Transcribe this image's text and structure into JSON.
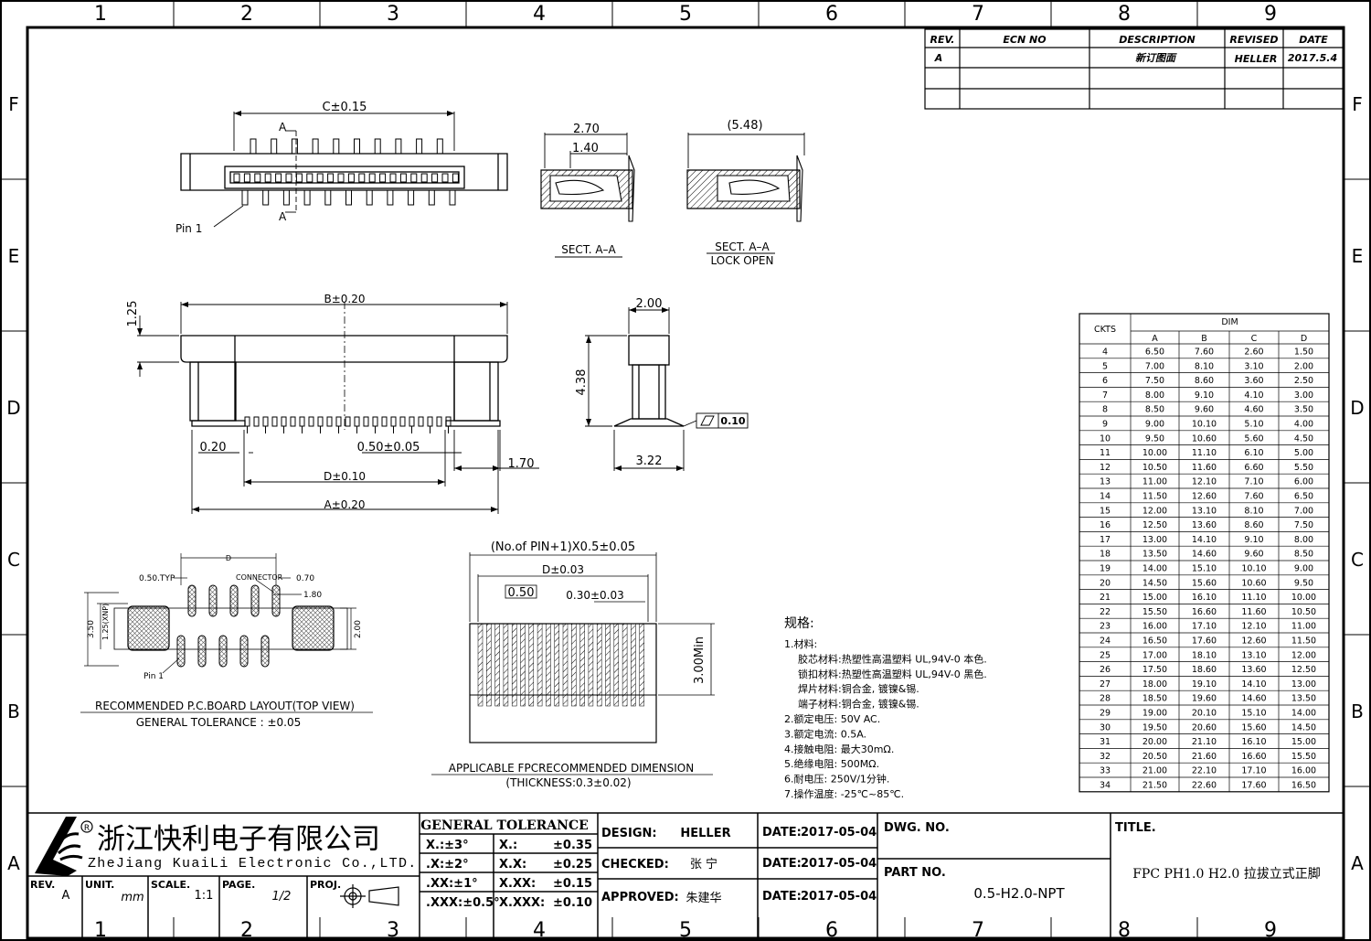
{
  "border": {
    "cols": [
      "1",
      "2",
      "3",
      "4",
      "5",
      "6",
      "7",
      "8",
      "9"
    ],
    "rows": [
      "F",
      "E",
      "D",
      "C",
      "B",
      "A"
    ]
  },
  "revision_block": {
    "headers": [
      "REV.",
      "ECN NO",
      "DESCRIPTION",
      "REVISED",
      "DATE"
    ],
    "rows": [
      [
        "A",
        "",
        "新订图面",
        "HELLER",
        "2017.5.4"
      ],
      [
        "",
        "",
        "",
        "",
        ""
      ],
      [
        "",
        "",
        "",
        "",
        ""
      ]
    ]
  },
  "views": {
    "top": {
      "c_dim": "C±0.15",
      "section_mark": "A",
      "pin1": "Pin 1"
    },
    "sect_aa": {
      "dim1": "2.70",
      "dim2": "1.40",
      "caption": "SECT. A–A"
    },
    "sect_open": {
      "dim": "(5.48)",
      "caption1": "SECT. A–A",
      "caption2": "LOCK OPEN"
    },
    "front": {
      "height": "1.25",
      "b_dim": "B±0.20",
      "left": "0.20",
      "pitch": "0.50±0.05",
      "right": "1.70",
      "d_dim": "D±0.10",
      "a_dim": "A±0.20"
    },
    "side": {
      "width": "2.00",
      "height": "4.38",
      "depth": "3.22",
      "flatness": "0.10"
    },
    "pcb": {
      "d": "D",
      "typ": "0.50.TYP",
      "connector": "CONNECTOR",
      "d070": "0.70",
      "d180": "1.80",
      "d350": "3.50",
      "d125": "1.25(XNP)",
      "d200": "2.00",
      "pin1": "Pin 1",
      "caption": "RECOMMENDED P.C.BOARD LAYOUT(TOP VIEW)",
      "tolerance": "GENERAL TOLERANCE : ±0.05"
    },
    "fpc": {
      "total": "(No.of PIN+1)X0.5±0.05",
      "d": "D±0.03",
      "pitch": "0.50",
      "width": "0.30±0.03",
      "min": "3.00Min",
      "caption": "APPLICABLE FPCRECOMMENDED DIMENSION",
      "thickness": "(THICKNESS:0.3±0.02)"
    }
  },
  "specs": {
    "title": "规格:",
    "lines": [
      "1.材料:",
      "胶芯材料:热塑性高温塑料 UL,94V-0 本色.",
      "锁扣材料:热塑性高温塑料 UL,94V-0 黑色.",
      "焊片材料:铜合金, 镀镍&锡.",
      "端子材料:铜合金, 镀镍&锡.",
      "2.额定电压: 50V AC.",
      "3.额定电流: 0.5A.",
      "4.接触电阻: 最大30mΩ.",
      "5.绝缘电阻: 500MΩ.",
      "6.耐电压: 250V/1分钟.",
      "7.操作温度: -25℃~85℃."
    ]
  },
  "dim_table": {
    "ckts_label": "CKTS",
    "dim_label": "DIM",
    "cols": [
      "A",
      "B",
      "C",
      "D"
    ],
    "rows": [
      [
        "4",
        "6.50",
        "7.60",
        "2.60",
        "1.50"
      ],
      [
        "5",
        "7.00",
        "8.10",
        "3.10",
        "2.00"
      ],
      [
        "6",
        "7.50",
        "8.60",
        "3.60",
        "2.50"
      ],
      [
        "7",
        "8.00",
        "9.10",
        "4.10",
        "3.00"
      ],
      [
        "8",
        "8.50",
        "9.60",
        "4.60",
        "3.50"
      ],
      [
        "9",
        "9.00",
        "10.10",
        "5.10",
        "4.00"
      ],
      [
        "10",
        "9.50",
        "10.60",
        "5.60",
        "4.50"
      ],
      [
        "11",
        "10.00",
        "11.10",
        "6.10",
        "5.00"
      ],
      [
        "12",
        "10.50",
        "11.60",
        "6.60",
        "5.50"
      ],
      [
        "13",
        "11.00",
        "12.10",
        "7.10",
        "6.00"
      ],
      [
        "14",
        "11.50",
        "12.60",
        "7.60",
        "6.50"
      ],
      [
        "15",
        "12.00",
        "13.10",
        "8.10",
        "7.00"
      ],
      [
        "16",
        "12.50",
        "13.60",
        "8.60",
        "7.50"
      ],
      [
        "17",
        "13.00",
        "14.10",
        "9.10",
        "8.00"
      ],
      [
        "18",
        "13.50",
        "14.60",
        "9.60",
        "8.50"
      ],
      [
        "19",
        "14.00",
        "15.10",
        "10.10",
        "9.00"
      ],
      [
        "20",
        "14.50",
        "15.60",
        "10.60",
        "9.50"
      ],
      [
        "21",
        "15.00",
        "16.10",
        "11.10",
        "10.00"
      ],
      [
        "22",
        "15.50",
        "16.60",
        "11.60",
        "10.50"
      ],
      [
        "23",
        "16.00",
        "17.10",
        "12.10",
        "11.00"
      ],
      [
        "24",
        "16.50",
        "17.60",
        "12.60",
        "11.50"
      ],
      [
        "25",
        "17.00",
        "18.10",
        "13.10",
        "12.00"
      ],
      [
        "26",
        "17.50",
        "18.60",
        "13.60",
        "12.50"
      ],
      [
        "27",
        "18.00",
        "19.10",
        "14.10",
        "13.00"
      ],
      [
        "28",
        "18.50",
        "19.60",
        "14.60",
        "13.50"
      ],
      [
        "29",
        "19.00",
        "20.10",
        "15.10",
        "14.00"
      ],
      [
        "30",
        "19.50",
        "20.60",
        "15.60",
        "14.50"
      ],
      [
        "31",
        "20.00",
        "21.10",
        "16.10",
        "15.00"
      ],
      [
        "32",
        "20.50",
        "21.60",
        "16.60",
        "15.50"
      ],
      [
        "33",
        "21.00",
        "22.10",
        "17.10",
        "16.00"
      ],
      [
        "34",
        "21.50",
        "22.60",
        "17.60",
        "16.50"
      ]
    ]
  },
  "title_block": {
    "company_cn": "浙江快利电子有限公司",
    "company_en": "ZheJiang KuaiLi Electronic Co.,LTD.",
    "rev_label": "REV.",
    "rev": "A",
    "unit_label": "UNIT.",
    "unit": "mm",
    "scale_label": "SCALE.",
    "scale": "1:1",
    "page_label": "PAGE.",
    "page": "1/2",
    "proj_label": "PROJ.",
    "gt_title": "GENERAL TOLERANCE",
    "gt_rows": [
      [
        "X.:±3°",
        "X.:",
        "±0.35"
      ],
      [
        ".X:±2°",
        "X.X:",
        "±0.25"
      ],
      [
        ".XX:±1°",
        "X.XX:",
        "±0.15"
      ],
      [
        ".XXX:±0.5°",
        "X.XXX:",
        "±0.10"
      ]
    ],
    "design_label": "DESIGN:",
    "design": "HELLER",
    "checked_label": "CHECKED:",
    "checked": "张 宁",
    "approved_label": "APPROVED:",
    "approved": "朱建华",
    "date_label": "DATE:",
    "dates": [
      "2017-05-04",
      "2017-05-04",
      "2017-05-04"
    ],
    "dwg_label": "DWG. NO.",
    "part_label": "PART NO.",
    "part_no": "0.5-H2.0-NPT",
    "title_label": "TITLE.",
    "title": "FPC PH1.0 H2.0 拉拔立式正脚"
  }
}
